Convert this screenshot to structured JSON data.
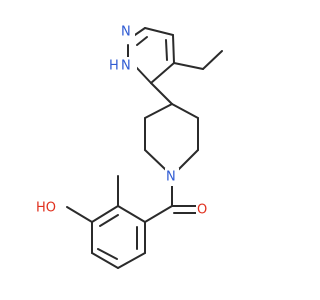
{
  "molecule": {
    "atoms": {
      "N1": {
        "label": "N",
        "color": "#2f5bd3"
      },
      "N2": {
        "label": "H",
        "color": "#2f5bd3"
      },
      "N2b": {
        "label": "N",
        "color": "#2f5bd3"
      },
      "N3": {
        "label": "N",
        "color": "#2f5bd3"
      },
      "O1": {
        "label": "O",
        "color": "#e0301e"
      },
      "O2": {
        "label": "HO",
        "color": "#e0301e"
      }
    }
  }
}
